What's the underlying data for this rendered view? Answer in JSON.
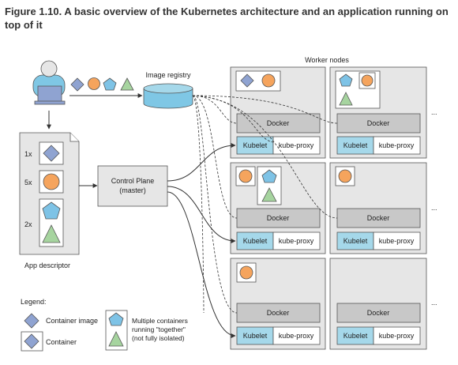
{
  "figure": {
    "caption": "Figure 1.10. A basic overview of the Kubernetes architecture and an application running on top of it"
  },
  "diagram": {
    "worker_nodes_label": "Worker nodes",
    "image_registry_label": "Image registry",
    "control_plane": {
      "line1": "Control Plane",
      "line2": "(master)"
    },
    "app_descriptor": {
      "label": "App descriptor",
      "entries": [
        {
          "count": "1x",
          "icon": "diamond"
        },
        {
          "count": "5x",
          "icon": "circle"
        },
        {
          "count": "2x",
          "icon": "pentagon-triangle"
        }
      ]
    },
    "node_labels": {
      "docker": "Docker",
      "kubelet": "Kubelet",
      "kube_proxy": "kube-proxy"
    },
    "ellipsis": "...",
    "legend": {
      "title": "Legend:",
      "container_image": "Container image",
      "container": "Container",
      "multi_line1": "Multiple containers",
      "multi_line2": "running \"together\"",
      "multi_line3": "(not fully isolated)"
    },
    "colors": {
      "diamond": "#8fa3d1",
      "circle": "#f5a45d",
      "pentagon": "#7ec3e6",
      "triangle": "#a6d49f",
      "node_bg": "#e6e6e6",
      "docker": "#c8c8c8",
      "kubelet": "#a5d8ea",
      "registry": "#7fc7e5"
    }
  }
}
